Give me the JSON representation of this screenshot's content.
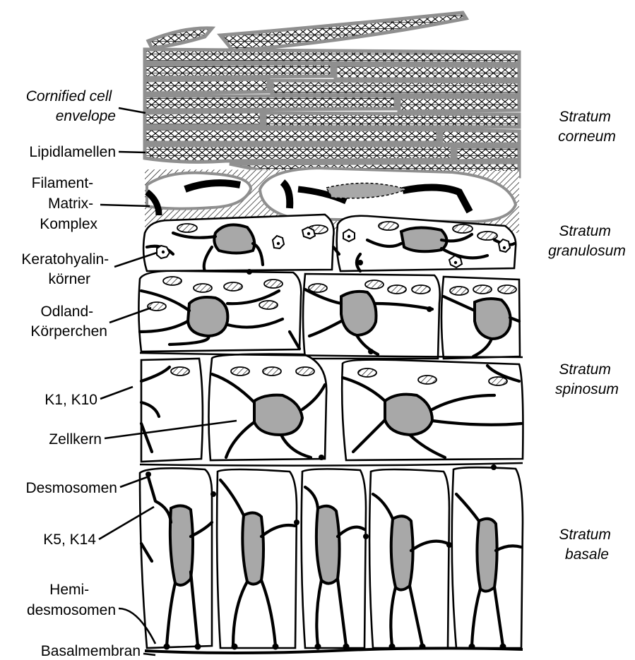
{
  "labels_left": {
    "cornified": [
      "Cornified cell",
      "envelope"
    ],
    "lipid": [
      "Lipidlamellen"
    ],
    "filament": [
      "Filament-",
      "Matrix-",
      "Komplex"
    ],
    "kerato": [
      "Keratohyalin-",
      "körner"
    ],
    "odland": [
      "Odland-",
      "Körperchen"
    ],
    "k1k10": [
      "K1, K10"
    ],
    "zellkern": [
      "Zellkern"
    ],
    "desmo": [
      "Desmosomen"
    ],
    "k5k14": [
      "K5, K14"
    ],
    "hemi": [
      "Hemi-",
      "desmosomen"
    ],
    "basal": [
      "Basalmembran"
    ]
  },
  "labels_right": {
    "corneum": [
      "Stratum",
      "corneum"
    ],
    "granulosum": [
      "Stratum",
      "granulosum"
    ],
    "spinosum": [
      "Stratum",
      "spinosum"
    ],
    "basale": [
      "Stratum",
      "basale"
    ]
  },
  "colors": {
    "nucleus": "#a8a8a8",
    "corneocyte_outline": "#8f8f8f",
    "line": "#000000",
    "background": "#ffffff"
  }
}
